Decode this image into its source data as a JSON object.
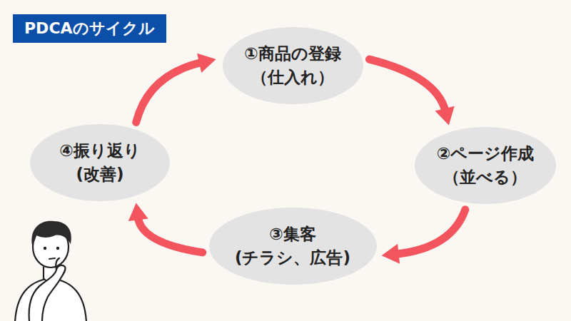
{
  "diagram": {
    "title": "PDCAのサイクル",
    "nodes": [
      {
        "text": [
          "①商品の登録",
          "（仕入れ）"
        ]
      },
      {
        "text": [
          "②ページ作成",
          "（並べる）"
        ]
      },
      {
        "text": [
          "③集客",
          "(チラシ、広告)"
        ]
      },
      {
        "text": [
          "④振り返り",
          "(改善)"
        ]
      }
    ],
    "edges": [
      {
        "from": 0,
        "to": 1,
        "arrow": "to"
      },
      {
        "from": 1,
        "to": 2,
        "arrow": "to"
      },
      {
        "from": 2,
        "to": 3,
        "arrow": "to"
      },
      {
        "from": 3,
        "to": 0,
        "arrow": "to"
      }
    ]
  }
}
